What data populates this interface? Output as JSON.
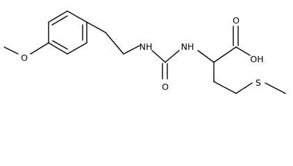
{
  "structure": {
    "atom_labels": {
      "methoxy_oxygen": "O",
      "urea_nh_left": "NH",
      "urea_nh_right": "NH",
      "carbonyl_oxygen": "O",
      "acid_oh": "OH",
      "acid_carbonyl_oxygen": "O",
      "sulfur": "S"
    }
  }
}
